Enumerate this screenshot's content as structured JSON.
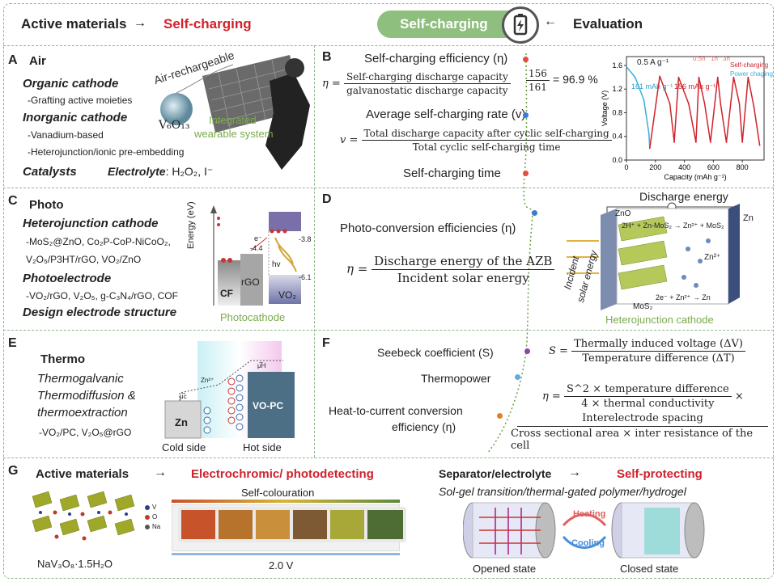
{
  "top": {
    "active": "Active materials",
    "self_charging": "Self-charging",
    "pill": "Self-charging",
    "evaluation": "Evaluation"
  },
  "A": {
    "letter": "A",
    "title": "Air",
    "organic": "Organic cathode",
    "grafting": "-Grafting active moieties",
    "inorganic": "Inorganic cathode",
    "vanadium": "-Vanadium-based",
    "hetero": "-Heterojunction/ionic pre-embedding",
    "catalysts": "Catalysts",
    "electrolyte_label": "Electrolyte",
    "electrolyte_value": ": H₂O₂, I⁻",
    "air_rechargeable": "Air-rechargeable",
    "v6o13": "V₆O₁₃",
    "integrated": "Integrated",
    "wearable": "wearable system"
  },
  "B": {
    "letter": "B",
    "efficiency": "Self-charging efficiency (η)",
    "eta_num": "Self-charging discharge capacity",
    "eta_den": "galvanostatic discharge capacity",
    "ratio_num": "156",
    "ratio_den": "161",
    "ratio_result": "= 96.9 %",
    "rate": "Average self-charging rate (v)",
    "v_num": "Total discharge capacity after cyclic self-charging",
    "v_den": "Total cyclic self-charging time",
    "time": "Self-charging time"
  },
  "C": {
    "letter": "C",
    "title": "Photo",
    "hetero_cathode": "Heterojunction cathode",
    "line1": "-MoS₂@ZnO, Co₂P-CoP-NiCoO₂,",
    "line2": "V₂O₅/P3HT/rGO, VO₂/ZnO",
    "photoelectrode": "Photoelectrode",
    "line3": "-VO₂/rGO, V₂O₅, g-C₃N₄/rGO, COF",
    "design": "Design electrode structure",
    "energy_axis": "Energy (eV)",
    "cf": "CF",
    "rgo": "rGO",
    "vo2": "VO₂",
    "hv": "hv",
    "e_minus": "e⁻",
    "v_neg44": "-4.4",
    "v_neg38": "-3.8",
    "v_neg61": "-6.1",
    "photocathode": "Photocathode"
  },
  "D": {
    "letter": "D",
    "photo_eff": "Photo-conversion efficiencies (η)",
    "eta_num": "Discharge energy of the AZB",
    "eta_den": "Incident solar energy",
    "discharge_energy": "Discharge energy",
    "zno": "ZnO",
    "zn": "Zn",
    "reaction1": "2H⁺ + Zn-MoS₂ → Zn²⁺ + MoS₂",
    "zn2": "Zn²⁺",
    "reaction2": "2e⁻ + Zn²⁺ → Zn",
    "incident": "Incident",
    "solar": "solar energy",
    "mos2": "MoS₂",
    "hetero_cathode": "Heterojunction cathode"
  },
  "E": {
    "letter": "E",
    "title": "Thermo",
    "l1": "Thermogalvanic",
    "l2": "Thermodiffusion &",
    "l3": "thermoextraction",
    "l4": "-VO₂/PC, V₂O₅@rGO",
    "zn": "Zn",
    "vopc": "VO-PC",
    "zn2": "Zn²⁺",
    "cold": "Cold side",
    "hot": "Hot side",
    "mu_c": "μ̅c",
    "mu_h": "μ̅H"
  },
  "F": {
    "letter": "F",
    "seebeck": "Seebeck coefficient (S)",
    "thermopower": "Thermopower",
    "heat1": "Heat-to-current conversion",
    "heat2": "efficiency (η)",
    "s_num": "Thermally induced voltage (ΔV)",
    "s_den": "Temperature difference (ΔT)",
    "eta_num": "S^2 × temperature difference",
    "eta_den": "4 × thermal conductivity",
    "times": "×",
    "big_num": "Interelectrode spacing",
    "big_den": "Cross sectional area × inter resistance of the cell"
  },
  "G": {
    "letter": "G",
    "active": "Active materials",
    "electrochromic": "Electrochromic/ photodetecting",
    "self_colour": "Self-colouration",
    "voltage": "2.0 V",
    "formula": "NaV₃O₈·1.5H₂O",
    "legend_v": "V",
    "legend_o": "O",
    "legend_na": "Na",
    "separator": "Separator/electrolyte",
    "self_protect": "Self-protecting",
    "solgel": "Sol-gel transition/thermal-gated polymer/hydrogel",
    "heating": "Heating",
    "cooling": "Cooling",
    "opened": "Opened state",
    "closed": "Closed state",
    "swatch_colors": [
      "#c7532a",
      "#b7722c",
      "#c98f3a",
      "#7e5a34",
      "#a8a839",
      "#4e6d35"
    ]
  },
  "chart": {
    "xlabel": "Capacity (mAh g⁻¹)",
    "ylabel": "Voltage (V)",
    "current": "0.5 A g⁻¹",
    "t05": "0.5h",
    "t1": "1h",
    "t3": "3h",
    "legend_self": "Self-charging",
    "legend_power": "Power chaging",
    "cap161": "161 mAh g⁻¹",
    "cap156": "156 mAh g⁻¹",
    "yticks": [
      "1.6",
      "1.2",
      "0.8",
      "0.4",
      "0.0"
    ],
    "xticks": [
      "0",
      "200",
      "400",
      "600",
      "800"
    ]
  },
  "chart_data": {
    "type": "line",
    "xlabel": "Capacity (mAh g⁻¹)",
    "ylabel": "Voltage (V)",
    "xlim": [
      0,
      950
    ],
    "ylim": [
      0,
      1.75
    ],
    "series": [
      {
        "name": "Power chaging",
        "x": [
          0,
          60,
          120,
          155,
          161
        ],
        "y": [
          1.58,
          1.4,
          1.02,
          0.45,
          0.2
        ]
      },
      {
        "name": "Self-charging",
        "x": [
          161,
          230,
          300,
          330,
          360,
          430,
          480,
          500,
          540,
          580,
          630,
          650,
          690,
          740,
          780,
          800,
          840,
          880,
          920
        ],
        "y": [
          0.2,
          1.42,
          0.95,
          0.3,
          1.4,
          0.95,
          0.3,
          1.4,
          0.95,
          0.3,
          1.4,
          0.95,
          0.3,
          1.4,
          0.95,
          0.3,
          1.4,
          0.9,
          0.25
        ]
      }
    ]
  }
}
